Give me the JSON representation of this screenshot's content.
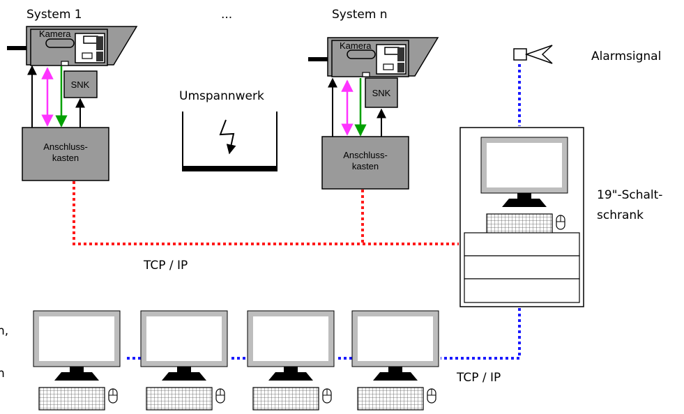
{
  "systems": {
    "first_title": "System 1",
    "ellipsis": "...",
    "last_title": "System n"
  },
  "camera_label": "Kamera",
  "snk_label": "SNK",
  "junction_box_line1": "Anschluss-",
  "junction_box_line2": "kasten",
  "substation_label": "Umspannwerk",
  "alarm_label": "Alarmsignal",
  "cabinet_line1": "19\"-Schalt-",
  "cabinet_line2": "schrank",
  "network_label_top": "TCP / IP",
  "network_label_bottom": "TCP / IP",
  "left_edge_fragments": [
    "n,",
    "n"
  ],
  "colors": {
    "box_gray": "#9a9a9a",
    "screen_gray": "#bdbdbd",
    "arrow_magenta": "#ff33ff",
    "arrow_green": "#00a000",
    "link_red": "#ff1a1a",
    "link_blue": "#1a1aff"
  }
}
